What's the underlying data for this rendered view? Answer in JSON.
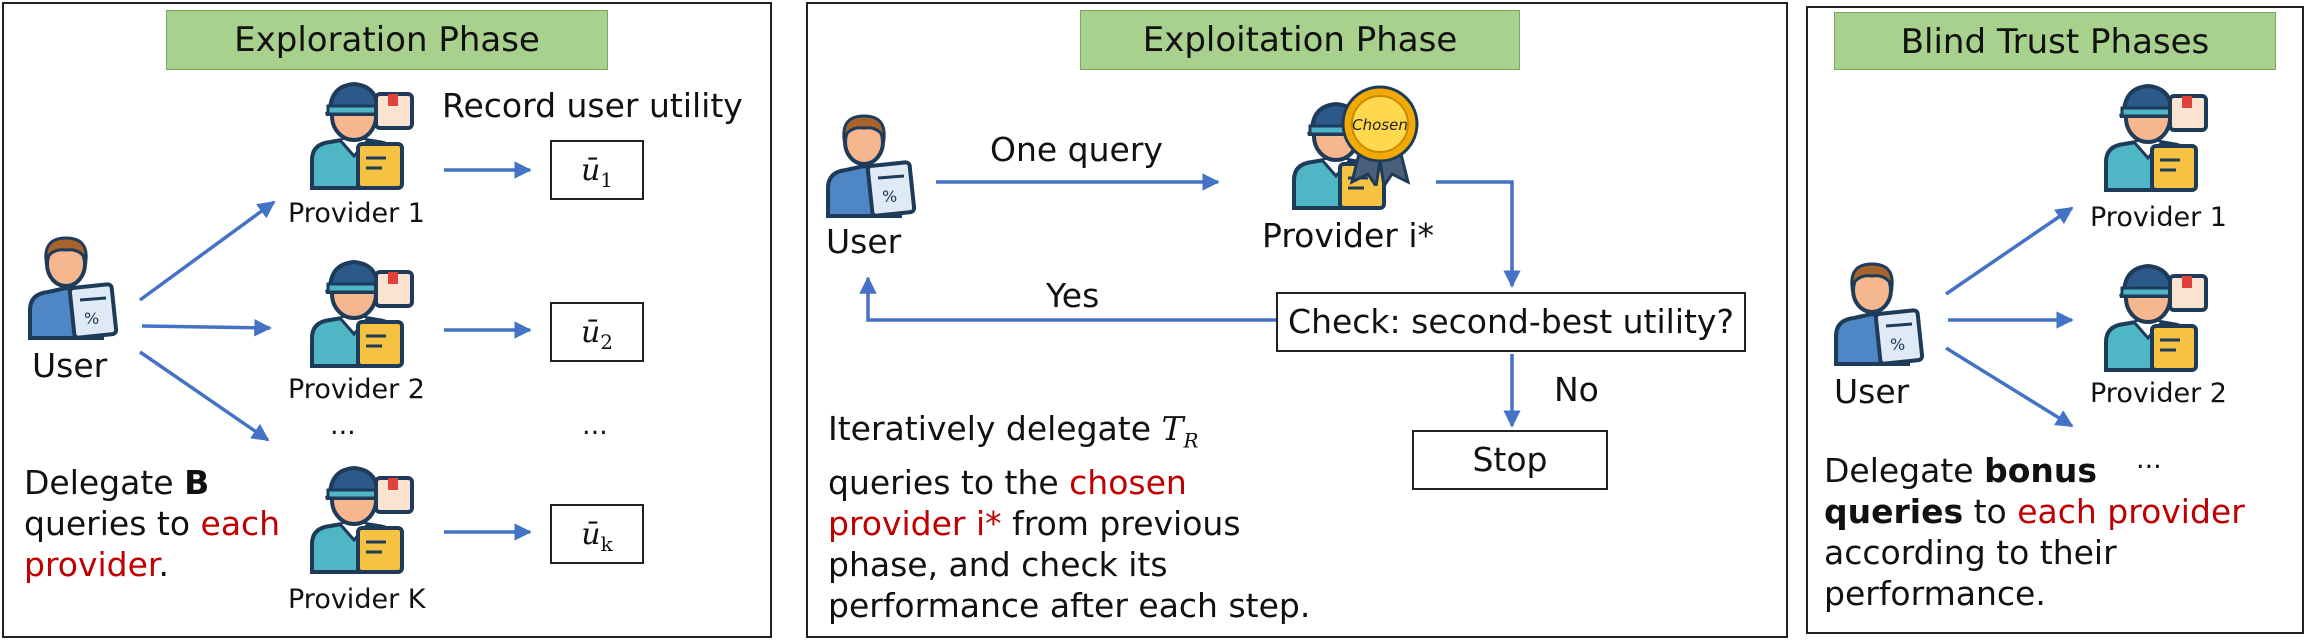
{
  "panels": {
    "exploration": {
      "title": "Exploration Phase",
      "user_label": "User",
      "record_label": "Record user utility",
      "providers": [
        "Provider 1",
        "Provider 2",
        "Provider K"
      ],
      "ellipsis_providers": "...",
      "ellipsis_utilities": "...",
      "utilities": [
        {
          "symbol": "ū",
          "sub": "1"
        },
        {
          "symbol": "ū",
          "sub": "2"
        },
        {
          "symbol": "ū",
          "sub": "k"
        }
      ],
      "description": {
        "part1": "Delegate ",
        "bold": "B",
        "part2": "queries to ",
        "red1": "each",
        "red2": "provider",
        "end": "."
      }
    },
    "exploitation": {
      "title": "Exploitation Phase",
      "user_label": "User",
      "query_label": "One query",
      "provider_label": "Provider i*",
      "badge_text": "Chosen",
      "check_label": "Check: second-best utility?",
      "yes_label": "Yes",
      "no_label": "No",
      "stop_label": "Stop",
      "description": {
        "line1": "Iteratively delegate ",
        "math_T": "T",
        "math_sub": "R",
        "line2": "queries to the ",
        "red1": "chosen",
        "red2": "provider i*",
        "line3": " from previous",
        "line4": "phase, and check its",
        "line5": "performance after each step."
      }
    },
    "blind_trust": {
      "title": "Blind Trust Phases",
      "user_label": "User",
      "providers": [
        "Provider 1",
        "Provider 2"
      ],
      "ellipsis": "...",
      "description": {
        "part1": "Delegate ",
        "bold1": "bonus",
        "bold2": "queries",
        "part2": " to ",
        "red": "each provider",
        "line3": "according to their",
        "line4": "performance."
      }
    }
  },
  "colors": {
    "arrow": "#4472c4",
    "header_fill": "#a9d18e",
    "highlight_red": "#c00000",
    "provider_shirt": "#4fb6c6",
    "provider_cap": "#2b5a8a",
    "box_yellow": "#f5c242",
    "badge_gold": "#f2a900"
  },
  "icons": [
    "user-icon",
    "provider-icon",
    "chosen-badge-icon"
  ]
}
